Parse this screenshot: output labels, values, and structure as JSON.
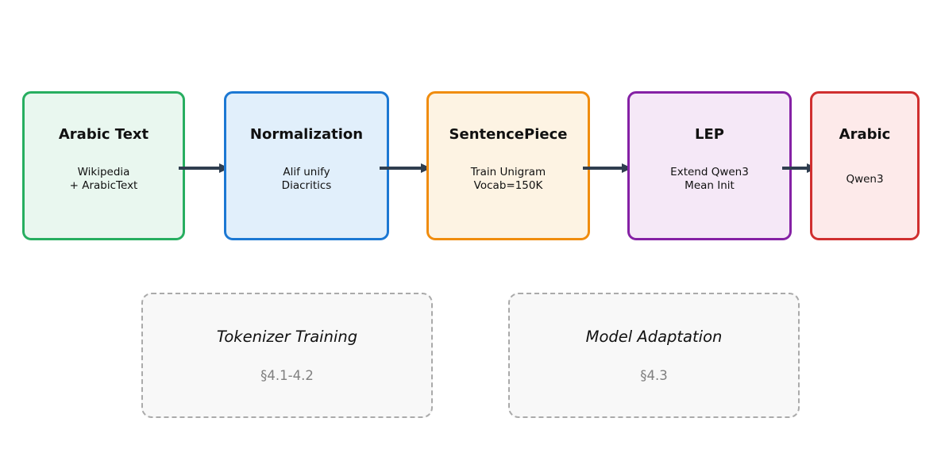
{
  "diagram": {
    "arrow_color": "#2f3e4f",
    "nodes": [
      {
        "title": "Arabic Text",
        "subtitle_lines": [
          "Wikipedia",
          "+ ArabicText"
        ],
        "border_color": "#27ae60",
        "fill_color": "#e9f7ef"
      },
      {
        "title": "Normalization",
        "subtitle_lines": [
          "Alif unify",
          "Diacritics"
        ],
        "border_color": "#1c78d3",
        "fill_color": "#e1effb"
      },
      {
        "title": "SentencePiece",
        "subtitle_lines": [
          "Train Unigram",
          "Vocab=150K"
        ],
        "border_color": "#f08c0e",
        "fill_color": "#fdf3e3"
      },
      {
        "title": "LEP",
        "subtitle_lines": [
          "Extend Qwen3",
          "Mean Init"
        ],
        "border_color": "#8521a5",
        "fill_color": "#f5e8f7"
      },
      {
        "title": "Arabic",
        "subtitle_lines": [
          "Qwen3"
        ],
        "border_color": "#d02f2f",
        "fill_color": "#fdeaea"
      }
    ],
    "groups": [
      {
        "label": "Tokenizer Training",
        "section": "§4.1-4.2"
      },
      {
        "label": "Model Adaptation",
        "section": "§4.3"
      }
    ],
    "group_style": {
      "border_color": "#aaaaaa",
      "fill_color": "#f8f8f8",
      "label_color": "#111111",
      "section_color": "#7f7f7f"
    }
  }
}
